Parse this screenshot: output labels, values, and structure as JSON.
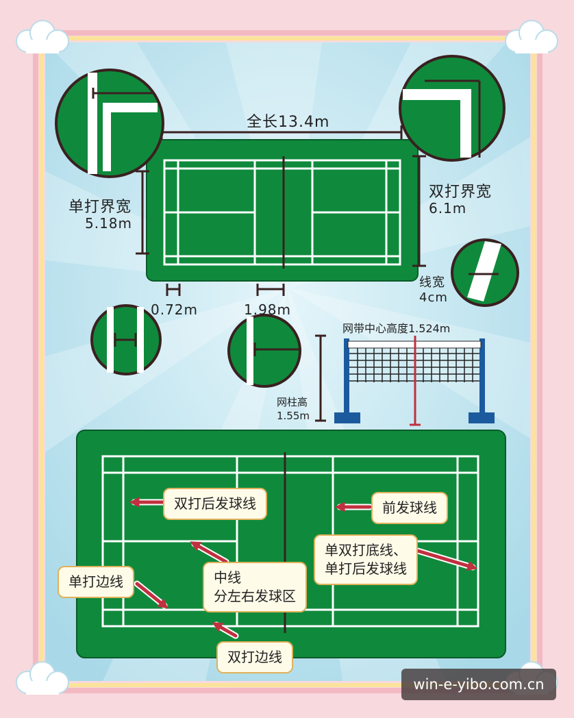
{
  "colors": {
    "court_green": "#0f8a3c",
    "court_dark": "#0b6a2e",
    "line": "#ffffff",
    "measure": "#3a2020",
    "post": "#1c5a9e",
    "net_red": "#c0303f",
    "sky": "#bfe4ef",
    "page_pink": "#f7d9de"
  },
  "top_section": {
    "full_length": "全长13.4m",
    "singles_width_line1": "单打界宽",
    "singles_width_line2": "5.18m",
    "doubles_width_line1": "双打界宽",
    "doubles_width_line2": "6.1m",
    "line_width_line1": "线宽",
    "line_width_line2": "4cm",
    "dist_long_service_doubles": "0.72m",
    "dist_short_service": "1.98m"
  },
  "net_section": {
    "net_center_height": "网带中心高度1.524m",
    "post_height_line1": "网柱高",
    "post_height_line2": "1.55m"
  },
  "bottom_court_labels": {
    "doubles_long_service_line": "双打后发球线",
    "short_service_line": "前发球线",
    "back_boundary_line1": "单双打底线、",
    "back_boundary_line2": "单打后发球线",
    "center_line_line1": "中线",
    "center_line_line2": "分左右发球区",
    "singles_sideline": "单打边线",
    "doubles_sideline": "双打边线"
  },
  "watermark": "win-e-yibo.com.cn"
}
